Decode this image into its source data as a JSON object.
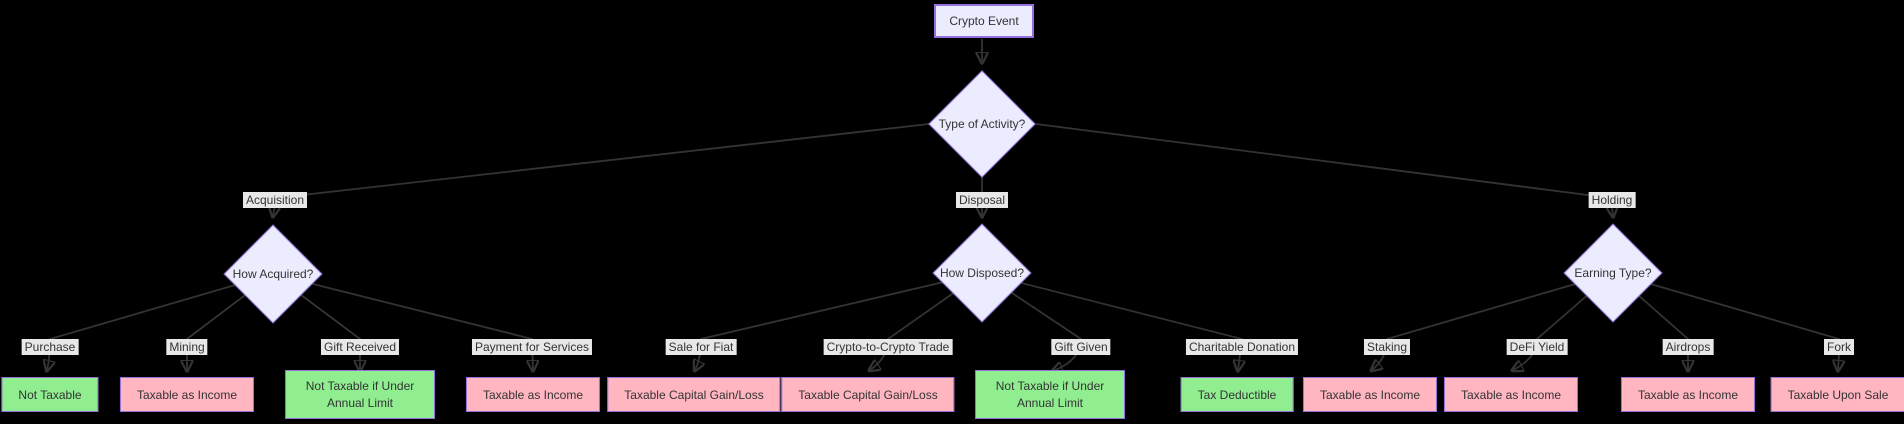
{
  "diagram": {
    "root": "Crypto Event",
    "level1_decision": "Type of Activity?",
    "branches": [
      {
        "label": "Acquisition",
        "decision": "How Acquired?",
        "outcomes": [
          {
            "label": "Purchase",
            "result": "Not Taxable",
            "type": "positive"
          },
          {
            "label": "Mining",
            "result": "Taxable as Income",
            "type": "negative"
          },
          {
            "label": "Gift Received",
            "result": "Not Taxable if Under Annual Limit",
            "type": "positive"
          },
          {
            "label": "Payment for Services",
            "result": "Taxable as Income",
            "type": "negative"
          }
        ]
      },
      {
        "label": "Disposal",
        "decision": "How Disposed?",
        "outcomes": [
          {
            "label": "Sale for Fiat",
            "result": "Taxable Capital Gain/Loss",
            "type": "negative"
          },
          {
            "label": "Crypto-to-Crypto Trade",
            "result": "Taxable Capital Gain/Loss",
            "type": "negative"
          },
          {
            "label": "Gift Given",
            "result": "Not Taxable if Under Annual Limit",
            "type": "positive"
          },
          {
            "label": "Charitable Donation",
            "result": "Tax Deductible",
            "type": "positive"
          }
        ]
      },
      {
        "label": "Holding",
        "decision": "Earning Type?",
        "outcomes": [
          {
            "label": "Staking",
            "result": "Taxable as Income",
            "type": "negative"
          },
          {
            "label": "DeFi Yield",
            "result": "Taxable as Income",
            "type": "negative"
          },
          {
            "label": "Airdrops",
            "result": "Taxable as Income",
            "type": "negative"
          },
          {
            "label": "Fork",
            "result": "Taxable Upon Sale",
            "type": "negative"
          }
        ]
      }
    ],
    "colors": {
      "background": "#000000",
      "node_fill": "#ECECFF",
      "node_border": "#9370DB",
      "positive_fill": "#90EE90",
      "negative_fill": "#FFB6C1",
      "edge": "#333333",
      "edge_label_bg": "#E8E8E8",
      "text": "#333333"
    }
  }
}
